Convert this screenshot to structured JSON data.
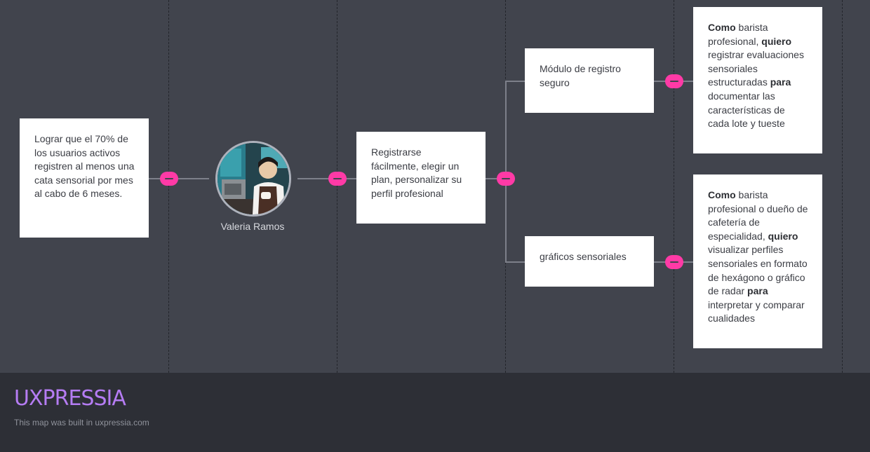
{
  "map": {
    "goal": {
      "text": "Lograr que el 70% de los usuarios activos registren al menos una cata sensorial por mes al cabo de 6 meses."
    },
    "persona": {
      "name": "Valeria Ramos",
      "avatar_icon": "barista-photo"
    },
    "job": {
      "text": "Registrarse fácilmente, elegir un plan, personalizar su perfil profesional"
    },
    "features": [
      {
        "text": "Módulo de registro seguro"
      },
      {
        "text": "gráficos sensoriales"
      }
    ],
    "stories": [
      {
        "segments": [
          {
            "text": "Como",
            "bold": true
          },
          {
            "text": " barista profesional, ",
            "bold": false
          },
          {
            "text": "quiero",
            "bold": true
          },
          {
            "text": " registrar evaluaciones sensoriales estructuradas ",
            "bold": false
          },
          {
            "text": "para",
            "bold": true
          },
          {
            "text": " documentar las características de cada lote y tueste",
            "bold": false
          }
        ]
      },
      {
        "segments": [
          {
            "text": "Como",
            "bold": true
          },
          {
            "text": " barista profesional o dueño de cafetería de especialidad, ",
            "bold": false
          },
          {
            "text": "quiero",
            "bold": true
          },
          {
            "text": " visualizar perfiles sensoriales en formato de hexágono o gráfico de radar ",
            "bold": false
          },
          {
            "text": "para",
            "bold": true
          },
          {
            "text": " interpretar y comparar cualidades",
            "bold": false
          }
        ]
      }
    ],
    "toggle_icon": "collapse-minus-icon",
    "colors": {
      "background": "#41444d",
      "toggle": "#ff3aa6",
      "card": "#ffffff",
      "brand": "#b57cf3"
    }
  },
  "footer": {
    "brand": "UXPRESSIA",
    "note": "This map was built in uxpressia.com"
  }
}
